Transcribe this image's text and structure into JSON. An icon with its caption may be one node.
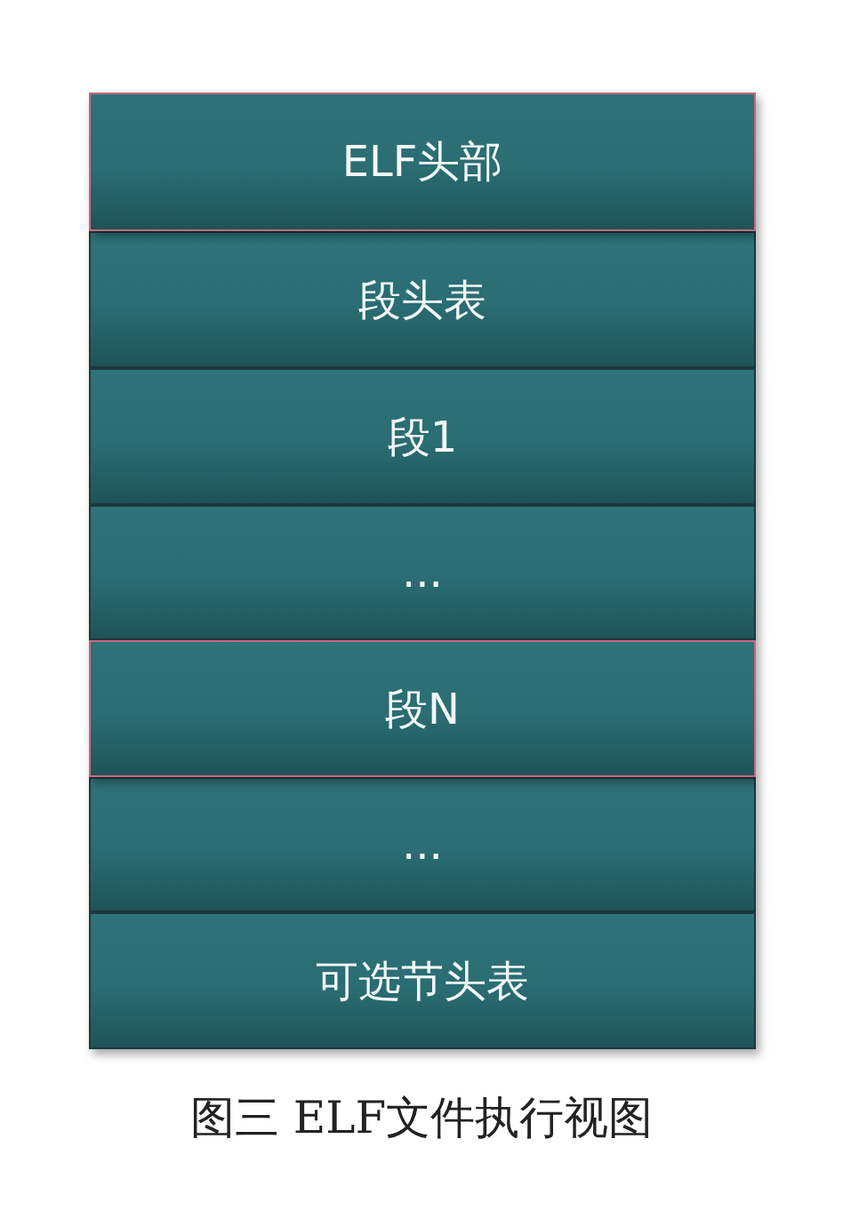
{
  "diagram": {
    "caption": "图三 ELF文件执行视图",
    "nodes": [
      {
        "text": [
          "ELF头部"
        ]
      },
      {
        "text": [
          "段头表"
        ]
      },
      {
        "text": [
          "段1"
        ]
      },
      {
        "text": [
          "..."
        ]
      },
      {
        "text": [
          "段N"
        ]
      },
      {
        "text": [
          "..."
        ]
      },
      {
        "text": [
          "可选节头表"
        ]
      }
    ]
  }
}
